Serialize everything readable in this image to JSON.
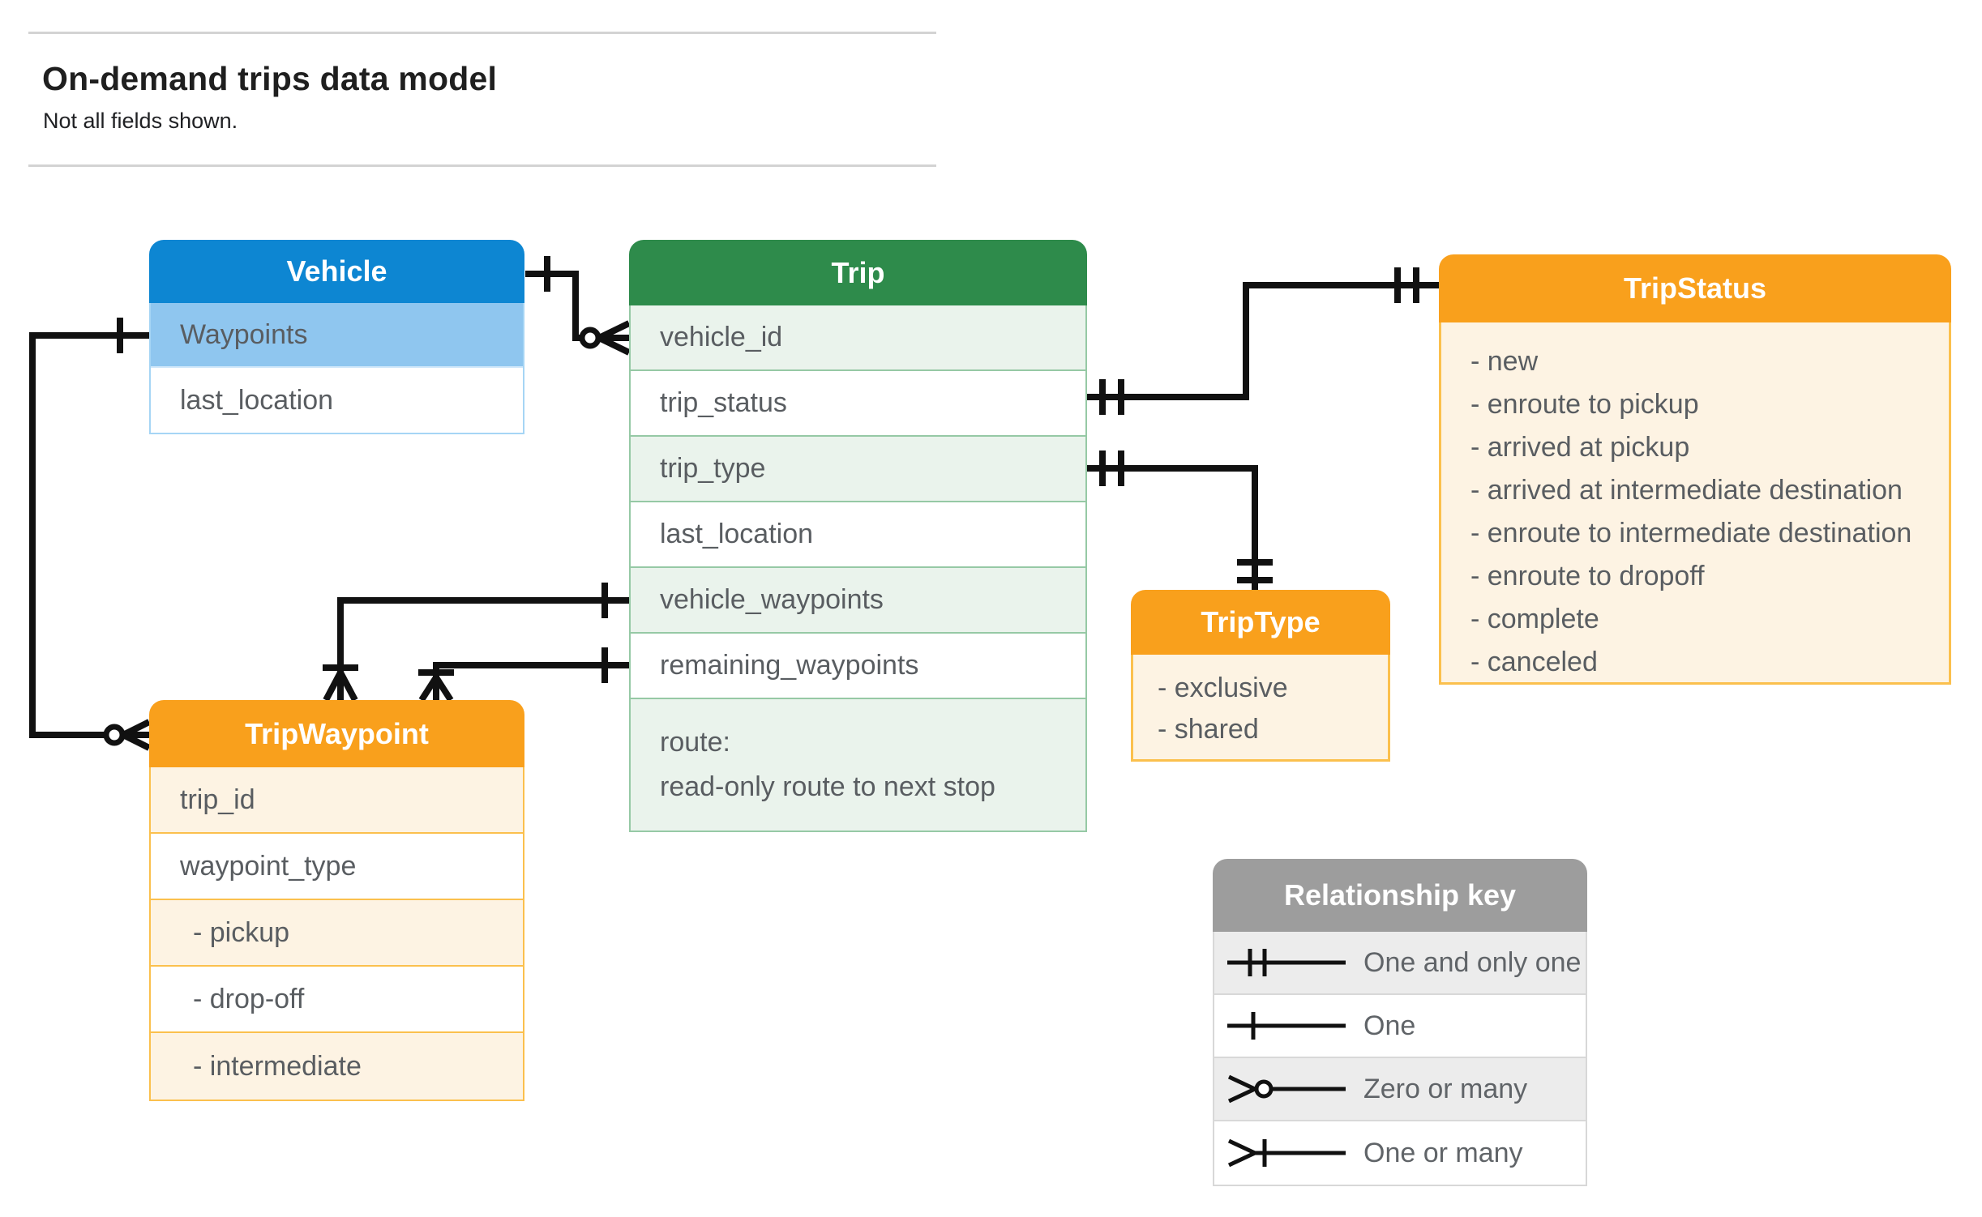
{
  "page": {
    "title": "On-demand trips data model",
    "subtitle": "Not all fields shown."
  },
  "entities": {
    "vehicle": {
      "title": "Vehicle",
      "fields": [
        "Waypoints",
        "last_location"
      ]
    },
    "trip": {
      "title": "Trip",
      "fields": [
        "vehicle_id",
        "trip_status",
        "trip_type",
        "last_location",
        "vehicle_waypoints",
        "remaining_waypoints"
      ],
      "route": [
        "route:",
        "read-only route to next stop"
      ]
    },
    "trip_status": {
      "title": "TripStatus",
      "values": [
        "- new",
        "- enroute to pickup",
        "- arrived at pickup",
        "- arrived at intermediate destination",
        "- enroute to intermediate destination",
        "- enroute to dropoff",
        "- complete",
        "- canceled"
      ]
    },
    "trip_type": {
      "title": "TripType",
      "values": [
        "- exclusive",
        "- shared"
      ]
    },
    "trip_waypoint": {
      "title": "TripWaypoint",
      "fields": [
        "trip_id",
        "waypoint_type"
      ],
      "values": [
        "- pickup",
        "- drop-off",
        "- intermediate"
      ]
    }
  },
  "legend": {
    "title": "Relationship key",
    "rows": [
      {
        "symbol": "one-and-only-one",
        "label": "One and only one"
      },
      {
        "symbol": "one",
        "label": "One"
      },
      {
        "symbol": "zero-or-many",
        "label": "Zero or many"
      },
      {
        "symbol": "one-or-many",
        "label": "One or many"
      }
    ]
  },
  "colors": {
    "vehicle_accent": "#0d86d2",
    "vehicle_tint": "#8fc6ef",
    "trip_accent": "#2e8b4b",
    "trip_tint": "#eaf3ec",
    "enum_accent": "#f9a01c",
    "enum_tint": "#fdf3e3",
    "enum_border": "#fbc04d",
    "legend_accent": "#9d9d9d",
    "legend_tint": "#ececec",
    "connector": "#111111",
    "field_text": "#595d61",
    "title_text": "#1f1f1f"
  }
}
